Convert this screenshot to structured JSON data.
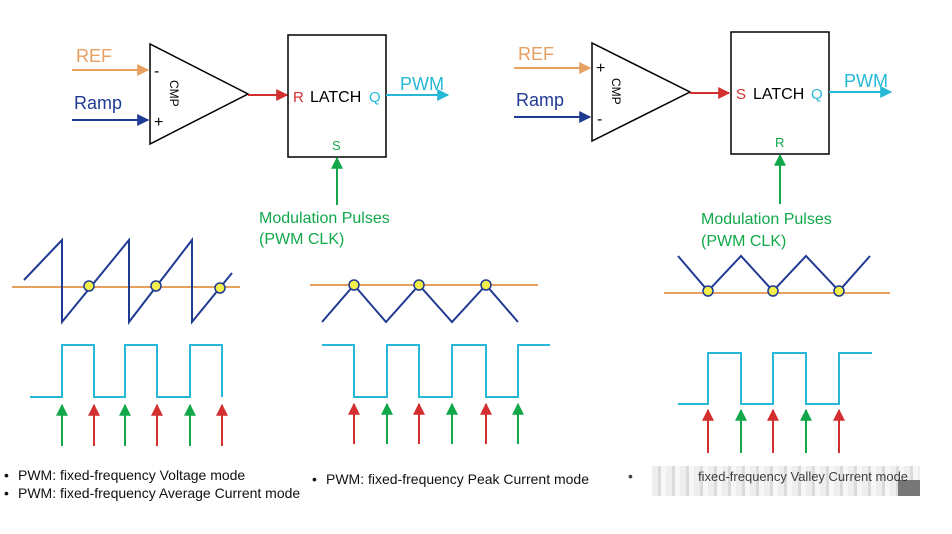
{
  "blocks": [
    {
      "ref_label": "REF",
      "ramp_label": "Ramp",
      "cmp_label": "CMP",
      "cmp_top_sign": "-",
      "cmp_bottom_sign": "+",
      "latch_left_pin": "R",
      "latch_title": "LATCH",
      "latch_right_pin": "Q",
      "latch_bottom_pin": "S",
      "output_label": "PWM",
      "modulation_line1": "Modulation Pulses",
      "modulation_line2": "(PWM CLK)"
    },
    {
      "ref_label": "REF",
      "ramp_label": "Ramp",
      "cmp_label": "CMP",
      "cmp_top_sign": "+",
      "cmp_bottom_sign": "-",
      "latch_left_pin": "S",
      "latch_title": "LATCH",
      "latch_right_pin": "Q",
      "latch_bottom_pin": "R",
      "output_label": "PWM",
      "modulation_line1": "Modulation Pulses",
      "modulation_line2": "(PWM CLK)"
    }
  ],
  "bullets": {
    "voltage_mode": "PWM: fixed-frequency Voltage mode",
    "average_current_mode": "PWM: fixed-frequency Average Current mode",
    "peak_current_mode": "PWM: fixed-frequency Peak Current mode",
    "valley_current_mode": "fixed-frequency Valley Current mode",
    "bullet_symbol": "•"
  },
  "colors": {
    "ref": "#e8a060",
    "ramp": "#1f3a93",
    "comparator_out": "#d32f2f",
    "pwm": "#26b8d6",
    "modulation": "#12a84a",
    "crossing_dot": "#f2ee4a",
    "outline": "#000000"
  }
}
